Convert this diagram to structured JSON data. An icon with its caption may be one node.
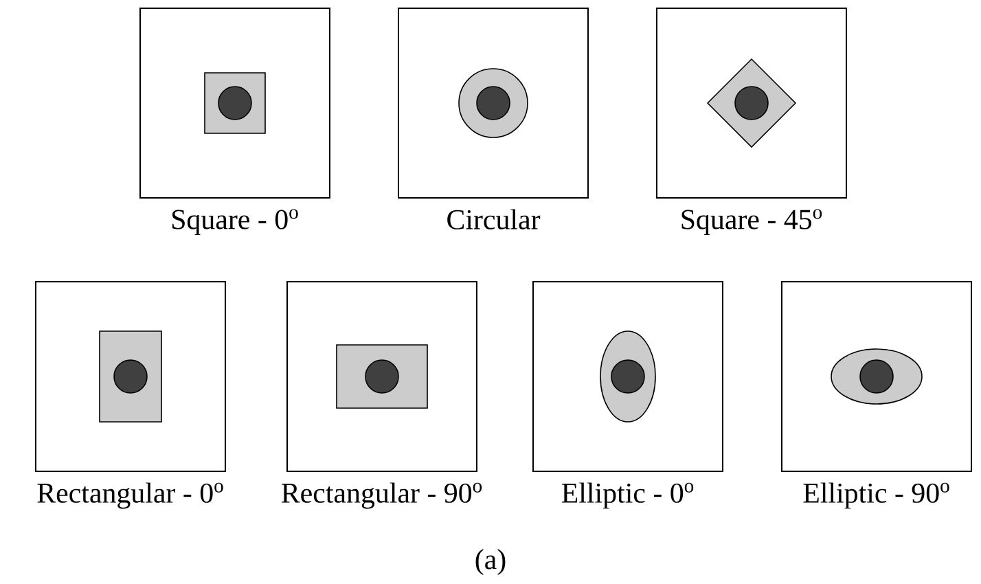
{
  "diagram": {
    "caption": "(a)",
    "nodes": [
      {
        "text": [
          "Square - 0$^{o}$"
        ]
      },
      {
        "text": [
          "Circular"
        ]
      },
      {
        "text": [
          "Square - 45$^{o}$"
        ]
      },
      {
        "text": [
          "Rectangular - 0$^{o}$"
        ]
      },
      {
        "text": [
          "Rectangular - 90$^{o}$"
        ]
      },
      {
        "text": [
          "Elliptic - 0$^{o}$"
        ]
      },
      {
        "text": [
          "Elliptic - 90$^{o}$"
        ]
      }
    ]
  }
}
